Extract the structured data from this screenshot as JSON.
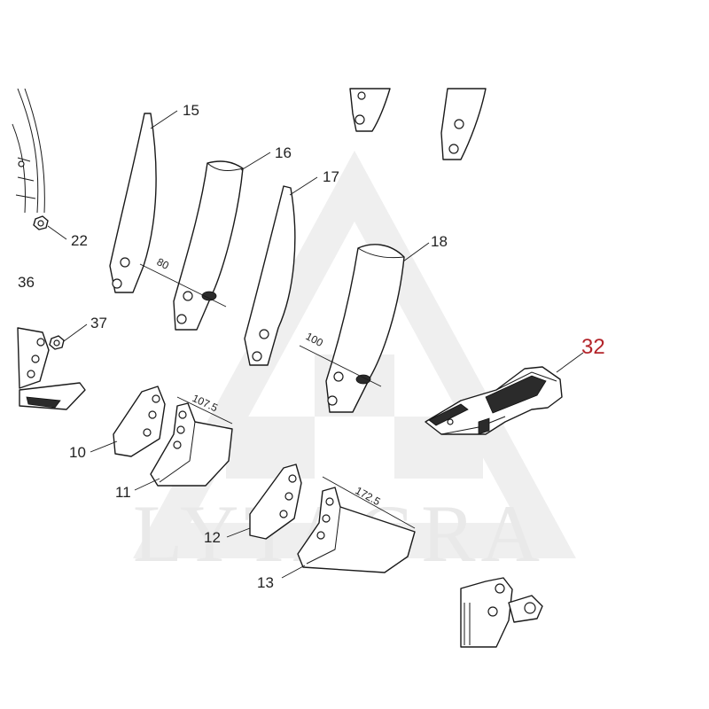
{
  "watermark": {
    "text": "LYTAGRA"
  },
  "callouts": {
    "c10": "10",
    "c11": "11",
    "c12": "12",
    "c13": "13",
    "c15": "15",
    "c16": "16",
    "c17": "17",
    "c18": "18",
    "c22": "22",
    "c32": "32",
    "c36": "36",
    "c37": "37"
  },
  "dimensions": {
    "d80": "80",
    "d100": "100",
    "d107": "107.5",
    "d172": "172.5"
  },
  "colors": {
    "highlight": "#b3242a",
    "line": "#1a1a1a",
    "watermark": "#e6e6e6"
  }
}
